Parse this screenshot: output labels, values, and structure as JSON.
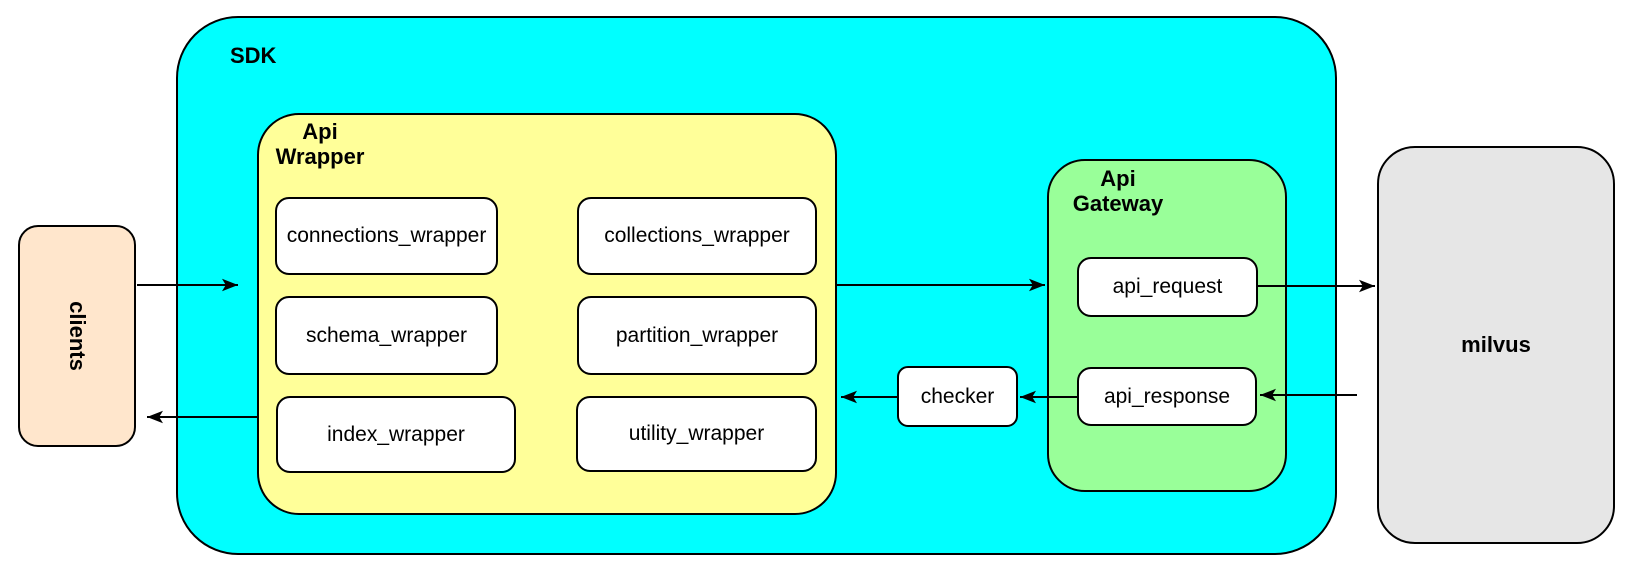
{
  "colors": {
    "cyan": "#00FFFF",
    "yellow": "#FFFF99",
    "green": "#99FF99",
    "peach": "#FFE6CC",
    "gray": "#E6E6E6",
    "node_fill": "#FFFFFF",
    "border": "#000000"
  },
  "nodes": {
    "clients": {
      "label": "clients"
    },
    "sdk": {
      "label": "SDK"
    },
    "api_wrapper": {
      "label_line1": "Api",
      "label_line2": "Wrapper"
    },
    "wrapper_modules": [
      {
        "label": "connections_wrapper"
      },
      {
        "label": "collections_wrapper"
      },
      {
        "label": "schema_wrapper"
      },
      {
        "label": "partition_wrapper"
      },
      {
        "label": "index_wrapper"
      },
      {
        "label": "utility_wrapper"
      }
    ],
    "checker": {
      "label": "checker"
    },
    "api_gateway": {
      "label_line1": "Api",
      "label_line2": "Gateway"
    },
    "api_request": {
      "label": "api_request"
    },
    "api_response": {
      "label": "api_response"
    },
    "milvus": {
      "label": "milvus"
    }
  },
  "edges": [
    {
      "from": "clients",
      "to": "api_wrapper",
      "direction": "right"
    },
    {
      "from": "api_wrapper",
      "to": "api_gateway",
      "direction": "right"
    },
    {
      "from": "api_request",
      "to": "milvus",
      "direction": "right"
    },
    {
      "from": "milvus",
      "to": "api_response",
      "direction": "left"
    },
    {
      "from": "api_response",
      "to": "checker",
      "direction": "left"
    },
    {
      "from": "checker",
      "to": "api_wrapper",
      "direction": "left"
    },
    {
      "from": "api_wrapper",
      "to": "clients",
      "direction": "left"
    }
  ]
}
